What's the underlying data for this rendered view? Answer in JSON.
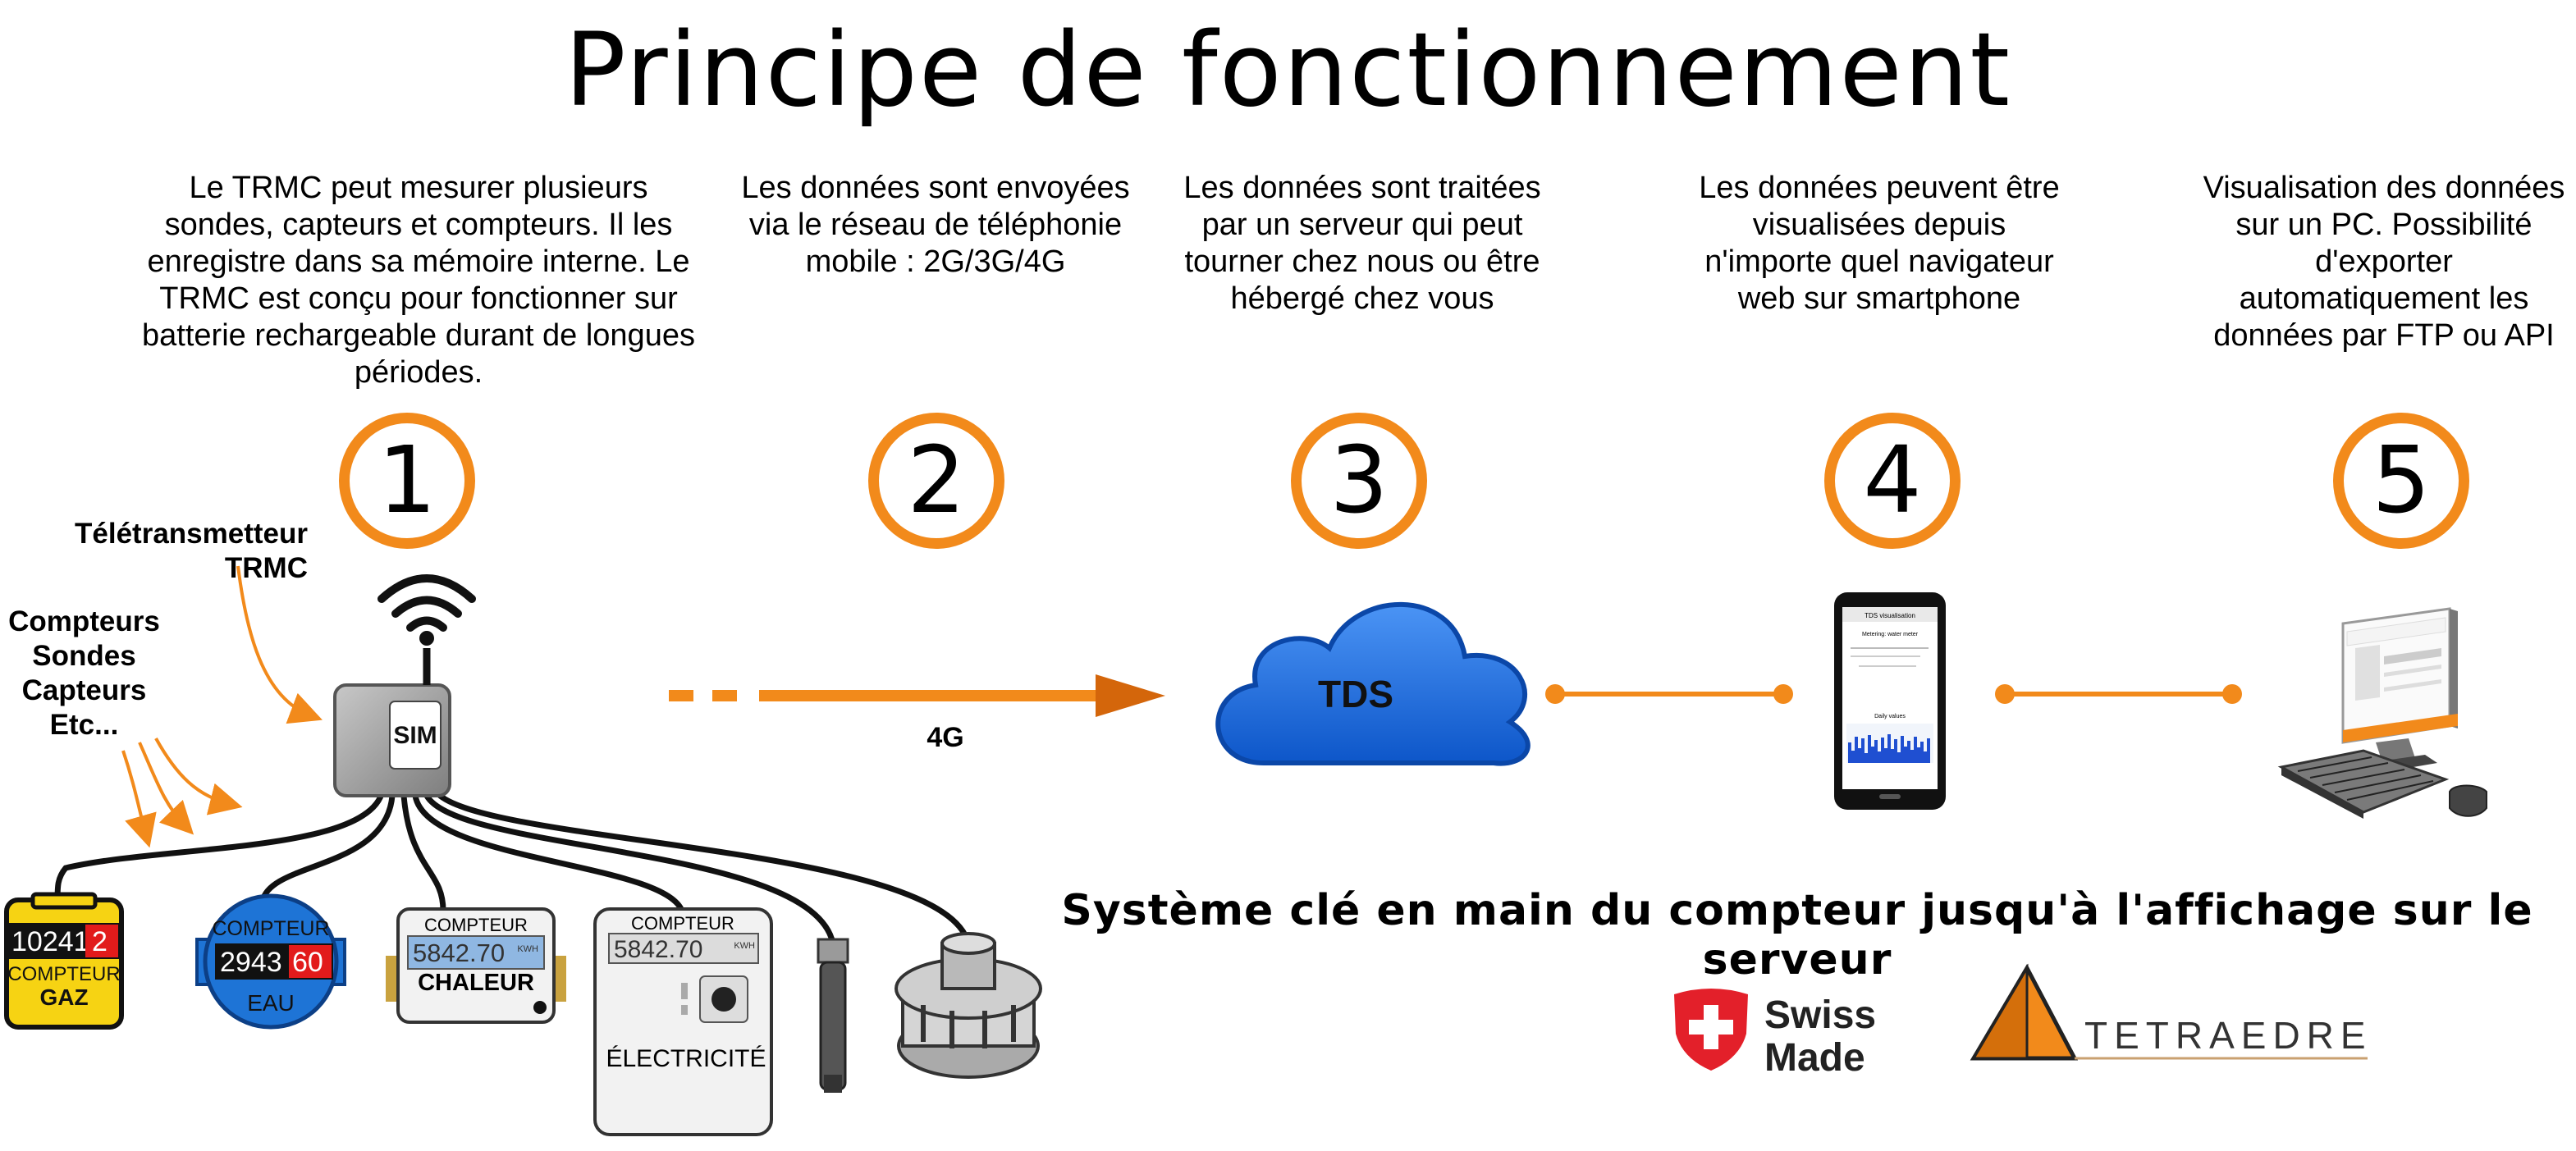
{
  "title": "Principe de fonctionnement",
  "steps": [
    {
      "number": "1",
      "text": "Le TRMC peut mesurer plusieurs sondes, capteurs et compteurs. Il les enregistre dans sa mémoire interne. Le TRMC est conçu pour fonctionner sur batterie rechargeable durant de longues périodes."
    },
    {
      "number": "2",
      "text": "Les données sont envoyées via le réseau de téléphonie mobile : 2G/3G/4G"
    },
    {
      "number": "3",
      "text": "Les données sont traitées par un serveur qui peut tourner chez nous ou être hébergé chez vous"
    },
    {
      "number": "4",
      "text": "Les données peuvent être visualisées depuis n'importe quel navigateur web sur smartphone"
    },
    {
      "number": "5",
      "text": "Visualisation des données sur un PC. Possibilité d'exporter automatiquement les données par FTP ou API"
    }
  ],
  "labels": {
    "trmc": "Télétransmetteur TRMC",
    "inputs": "Compteurs Sondes Capteurs Etc...",
    "sim": "SIM",
    "network": "4G",
    "cloud": "TDS"
  },
  "meters": {
    "gas": {
      "digits_black": "10241",
      "digits_red": "2",
      "caption_top": "COMPTEUR",
      "caption_bottom": "GAZ"
    },
    "water": {
      "caption_top": "COMPTEUR",
      "digits_black": "2943",
      "digits_red": "60",
      "caption_bottom": "EAU"
    },
    "heat": {
      "caption_top": "COMPTEUR",
      "display": "5842.70",
      "unit": "KWH",
      "caption_bottom": "CHALEUR"
    },
    "electricity": {
      "caption_top": "COMPTEUR",
      "display": "5842.70",
      "unit": "KWH",
      "caption_bottom": "ÉLECTRICITÉ"
    }
  },
  "phone_screen": {
    "header": "TDS visualisation",
    "subtitle": "Metering: water meter",
    "chart_caption": "Daily values"
  },
  "tagline": "Système clé en main du compteur jusqu'à l'affichage sur le serveur",
  "logos": {
    "swiss_line1": "Swiss",
    "swiss_line2": "Made",
    "company": "TETRAEDRE"
  },
  "colors": {
    "accent": "#f28a1b",
    "cloud": "#1f6fe5",
    "gas_yellow": "#f6d313",
    "water_blue": "#1e74d6"
  }
}
